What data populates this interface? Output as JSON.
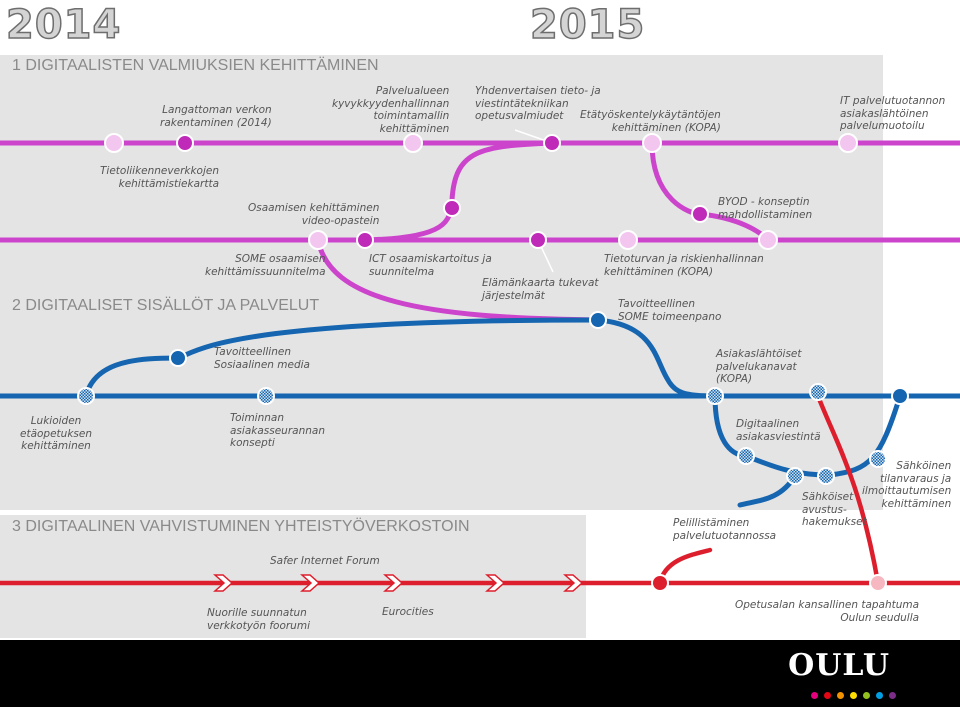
{
  "years": {
    "left": "2014",
    "right": "2015"
  },
  "sections": [
    {
      "title": "1 DIGITAALISTEN VALMIUKSIEN KEHITTÄMINEN"
    },
    {
      "title": "2 DIGITAALISET SISÄLLÖT JA PALVELUT"
    },
    {
      "title": "3 DIGITAALINEN VAHVISTUMINEN YHTEISTYÖVERKOSTOIN"
    }
  ],
  "labels": {
    "langattoman": "Langattoman verkon\nrakentaminen (2014)",
    "palvelualueen": "Palvelualueen\nkyvykkyydenhallinnan\ntoimintamallin\nkehittäminen",
    "yhdenvertaisen": "Yhdenvertaisen tieto- ja\nviestintätekniikan\nopetusvalmiudet",
    "etatyo": "Etätyöskentelykäytäntöjen\nkehittäminen (KOPA)",
    "it_palvelu": "IT palvelutuotannon\nasiakaslähtöinen\npalvelumuotoilu",
    "tietoliikenne": "Tietoliikenneverkkojen\nkehittämistiekartta",
    "osaamisen": "Osaamisen kehittäminen\nvideo-opastein",
    "byod": "BYOD - konseptin\nmahdollistaminen",
    "some_osaamisen": "SOME osaamisen\nkehittämissuunnitelma",
    "ict_osaamis": "ICT osaamiskartoitus ja\nsuunnitelma",
    "elamankaarta": "Elämänkaarta tukevat\njärjestelmät",
    "tietoturvan": "Tietoturvan ja riskienhallinnan\nkehittäminen (KOPA)",
    "tavoitteellinen_some": "Tavoitteellinen\nSOME toimeenpano",
    "tavoitteellinen_sos": "Tavoitteellinen\nSosiaalinen media",
    "asiakaslahtoiset": "Asiakaslähtöiset\npalvelukanavat\n(KOPA)",
    "lukioiden": "Lukioiden\netäopetuksen\nkehittäminen",
    "toiminnan": "Toiminnan\nasiakasseurannan\nkonsepti",
    "digitaalinen_asiakas": "Digitaalinen\nasiakasviestintä",
    "sahkoinen": "Sähköinen\ntilanvaraus ja\nilmoittautumisen\nkehittäminen",
    "sahkoiset": "Sähköiset\navustus-\nhakemukset",
    "pelillistaminen": "Pelillistäminen\npalvelutuotannossa",
    "safer": "Safer Internet Forum",
    "nuorille": "Nuorille suunnatun\nverkkotyön foorumi",
    "eurocities": "Eurocities",
    "opetusalan": "Opetusalan kansallinen tapahtuma\nOulun seudulla"
  },
  "colors": {
    "magenta": "#cc44cc",
    "magenta_dark": "#c02ab8",
    "blue": "#1565b0",
    "red": "#dd1f2d",
    "panel": "#e4e4e4",
    "footer": "#000000"
  },
  "footer": {
    "logo_text": "OULU",
    "logo_dot_colors": [
      "#e6007e",
      "#e30613",
      "#f39200",
      "#ffdd00",
      "#95c11f",
      "#009fe3",
      "#7b2d87"
    ]
  }
}
